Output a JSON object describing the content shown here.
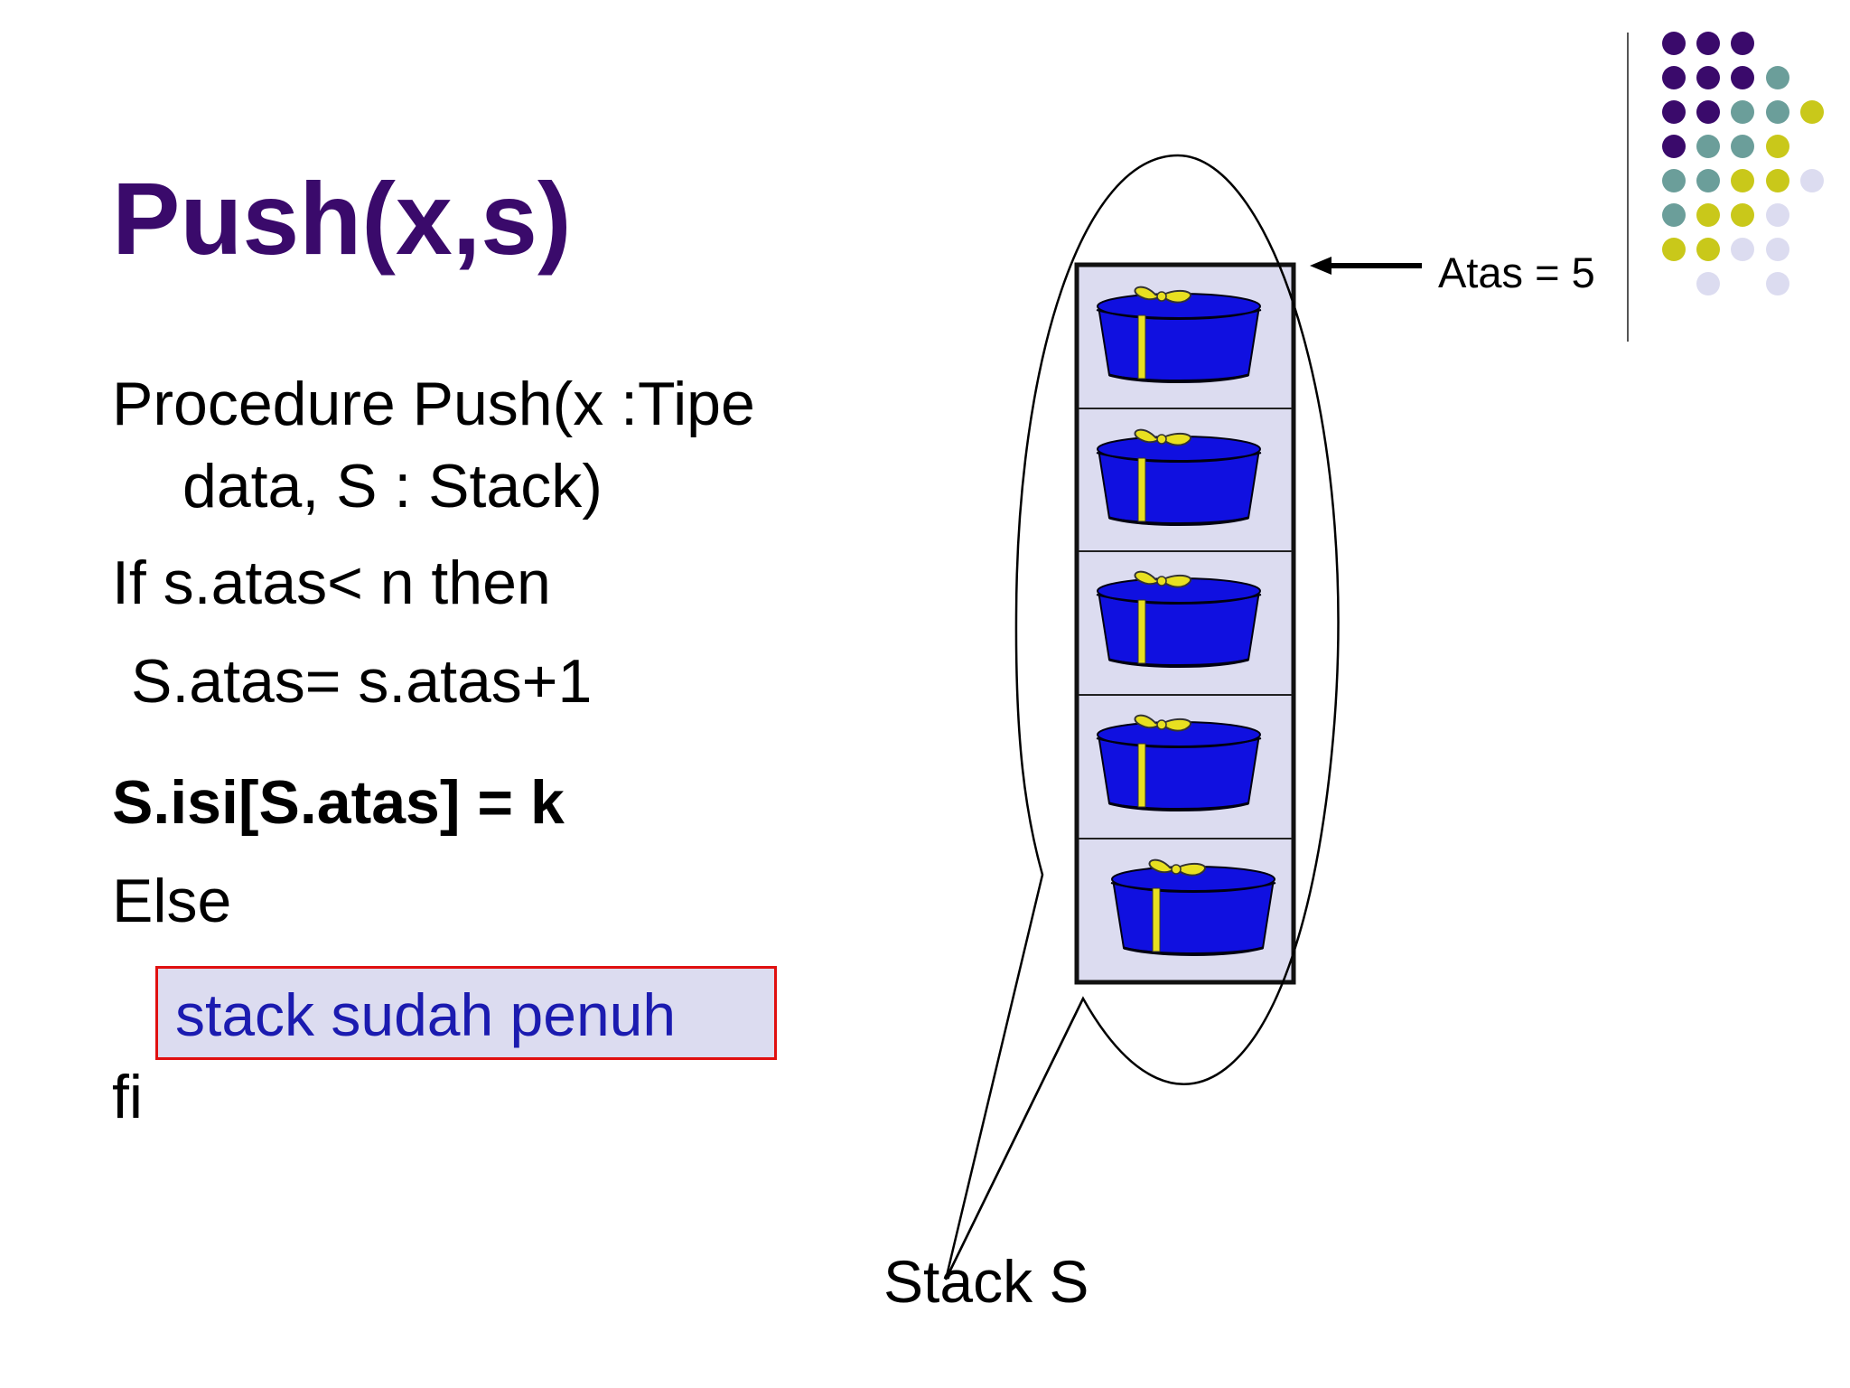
{
  "slide": {
    "title": "Push(x,s)",
    "code": {
      "line1": "Procedure Push(x :Tipe",
      "line2": "data, S : Stack)",
      "line3": "If s.atas< n then",
      "line4": "S.atas= s.atas+1",
      "line5": "S.isi[S.atas] = k",
      "line6": "Else",
      "message": "stack sudah penuh",
      "line7": "fi"
    },
    "diagram": {
      "top_label": "Atas = 5",
      "caption": "Stack S",
      "item_count": 5
    },
    "colors": {
      "title": "#3a0a6b",
      "message_text": "#1b1bb0",
      "message_border": "#e01010",
      "message_fill": "#dcdcf0",
      "stack_fill": "#dcdcf0",
      "gift_box": "#1010e0",
      "gift_ribbon": "#e8e020"
    }
  }
}
